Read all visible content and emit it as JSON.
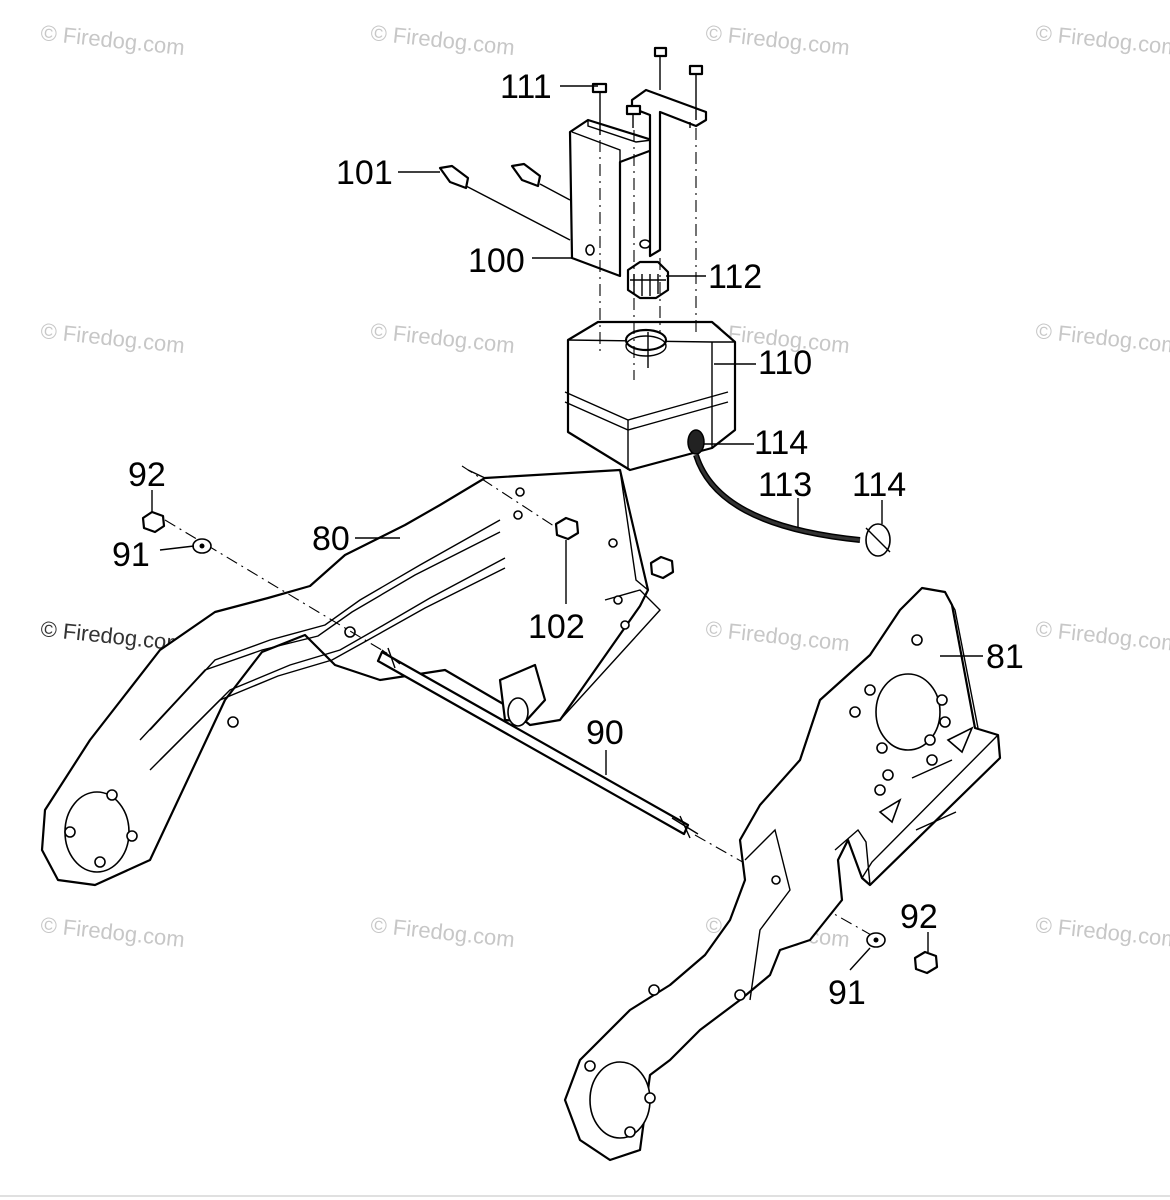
{
  "watermark": {
    "text": "© Firedog.com",
    "color": "#c7c7c7"
  },
  "callouts": {
    "c111": "111",
    "c101": "101",
    "c100": "100",
    "c112": "112",
    "c110": "110",
    "c114a": "114",
    "c113": "113",
    "c114b": "114",
    "c92a": "92",
    "c91a": "91",
    "c80": "80",
    "c102": "102",
    "c81": "81",
    "c90": "90",
    "c92b": "92",
    "c91b": "91"
  }
}
